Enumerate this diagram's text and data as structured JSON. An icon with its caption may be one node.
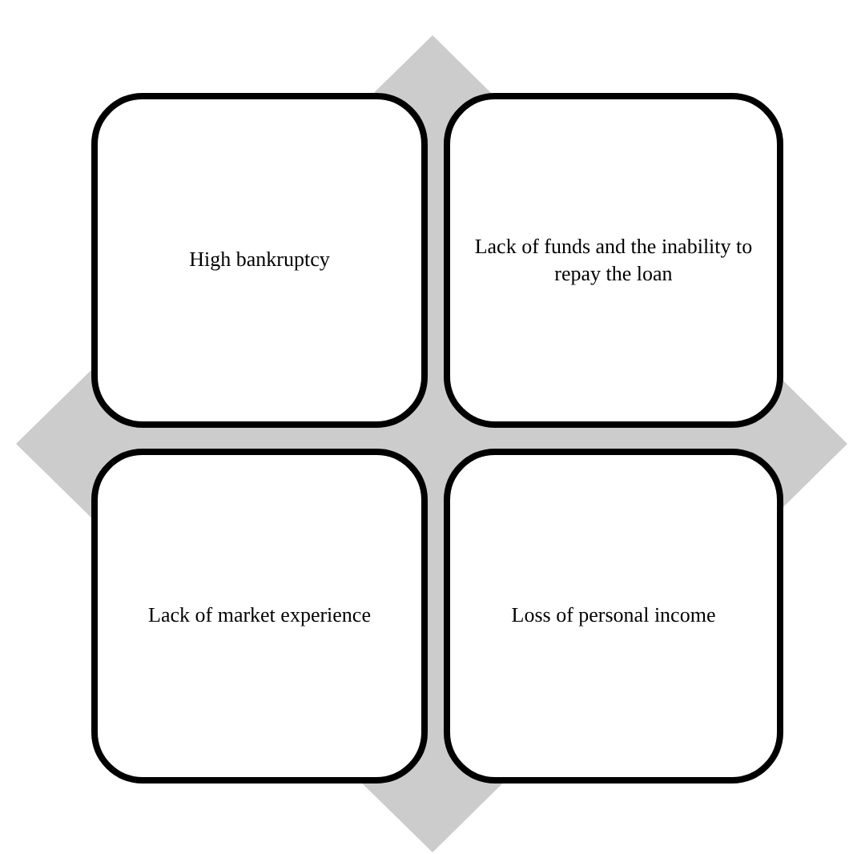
{
  "diagram": {
    "nodes": [
      {
        "text": [
          "High bankruptcy"
        ]
      },
      {
        "text": [
          "Lack of funds and the inability to repay the loan"
        ]
      },
      {
        "text": [
          "Lack of market experience"
        ]
      },
      {
        "text": [
          "Loss of personal income"
        ]
      }
    ]
  }
}
